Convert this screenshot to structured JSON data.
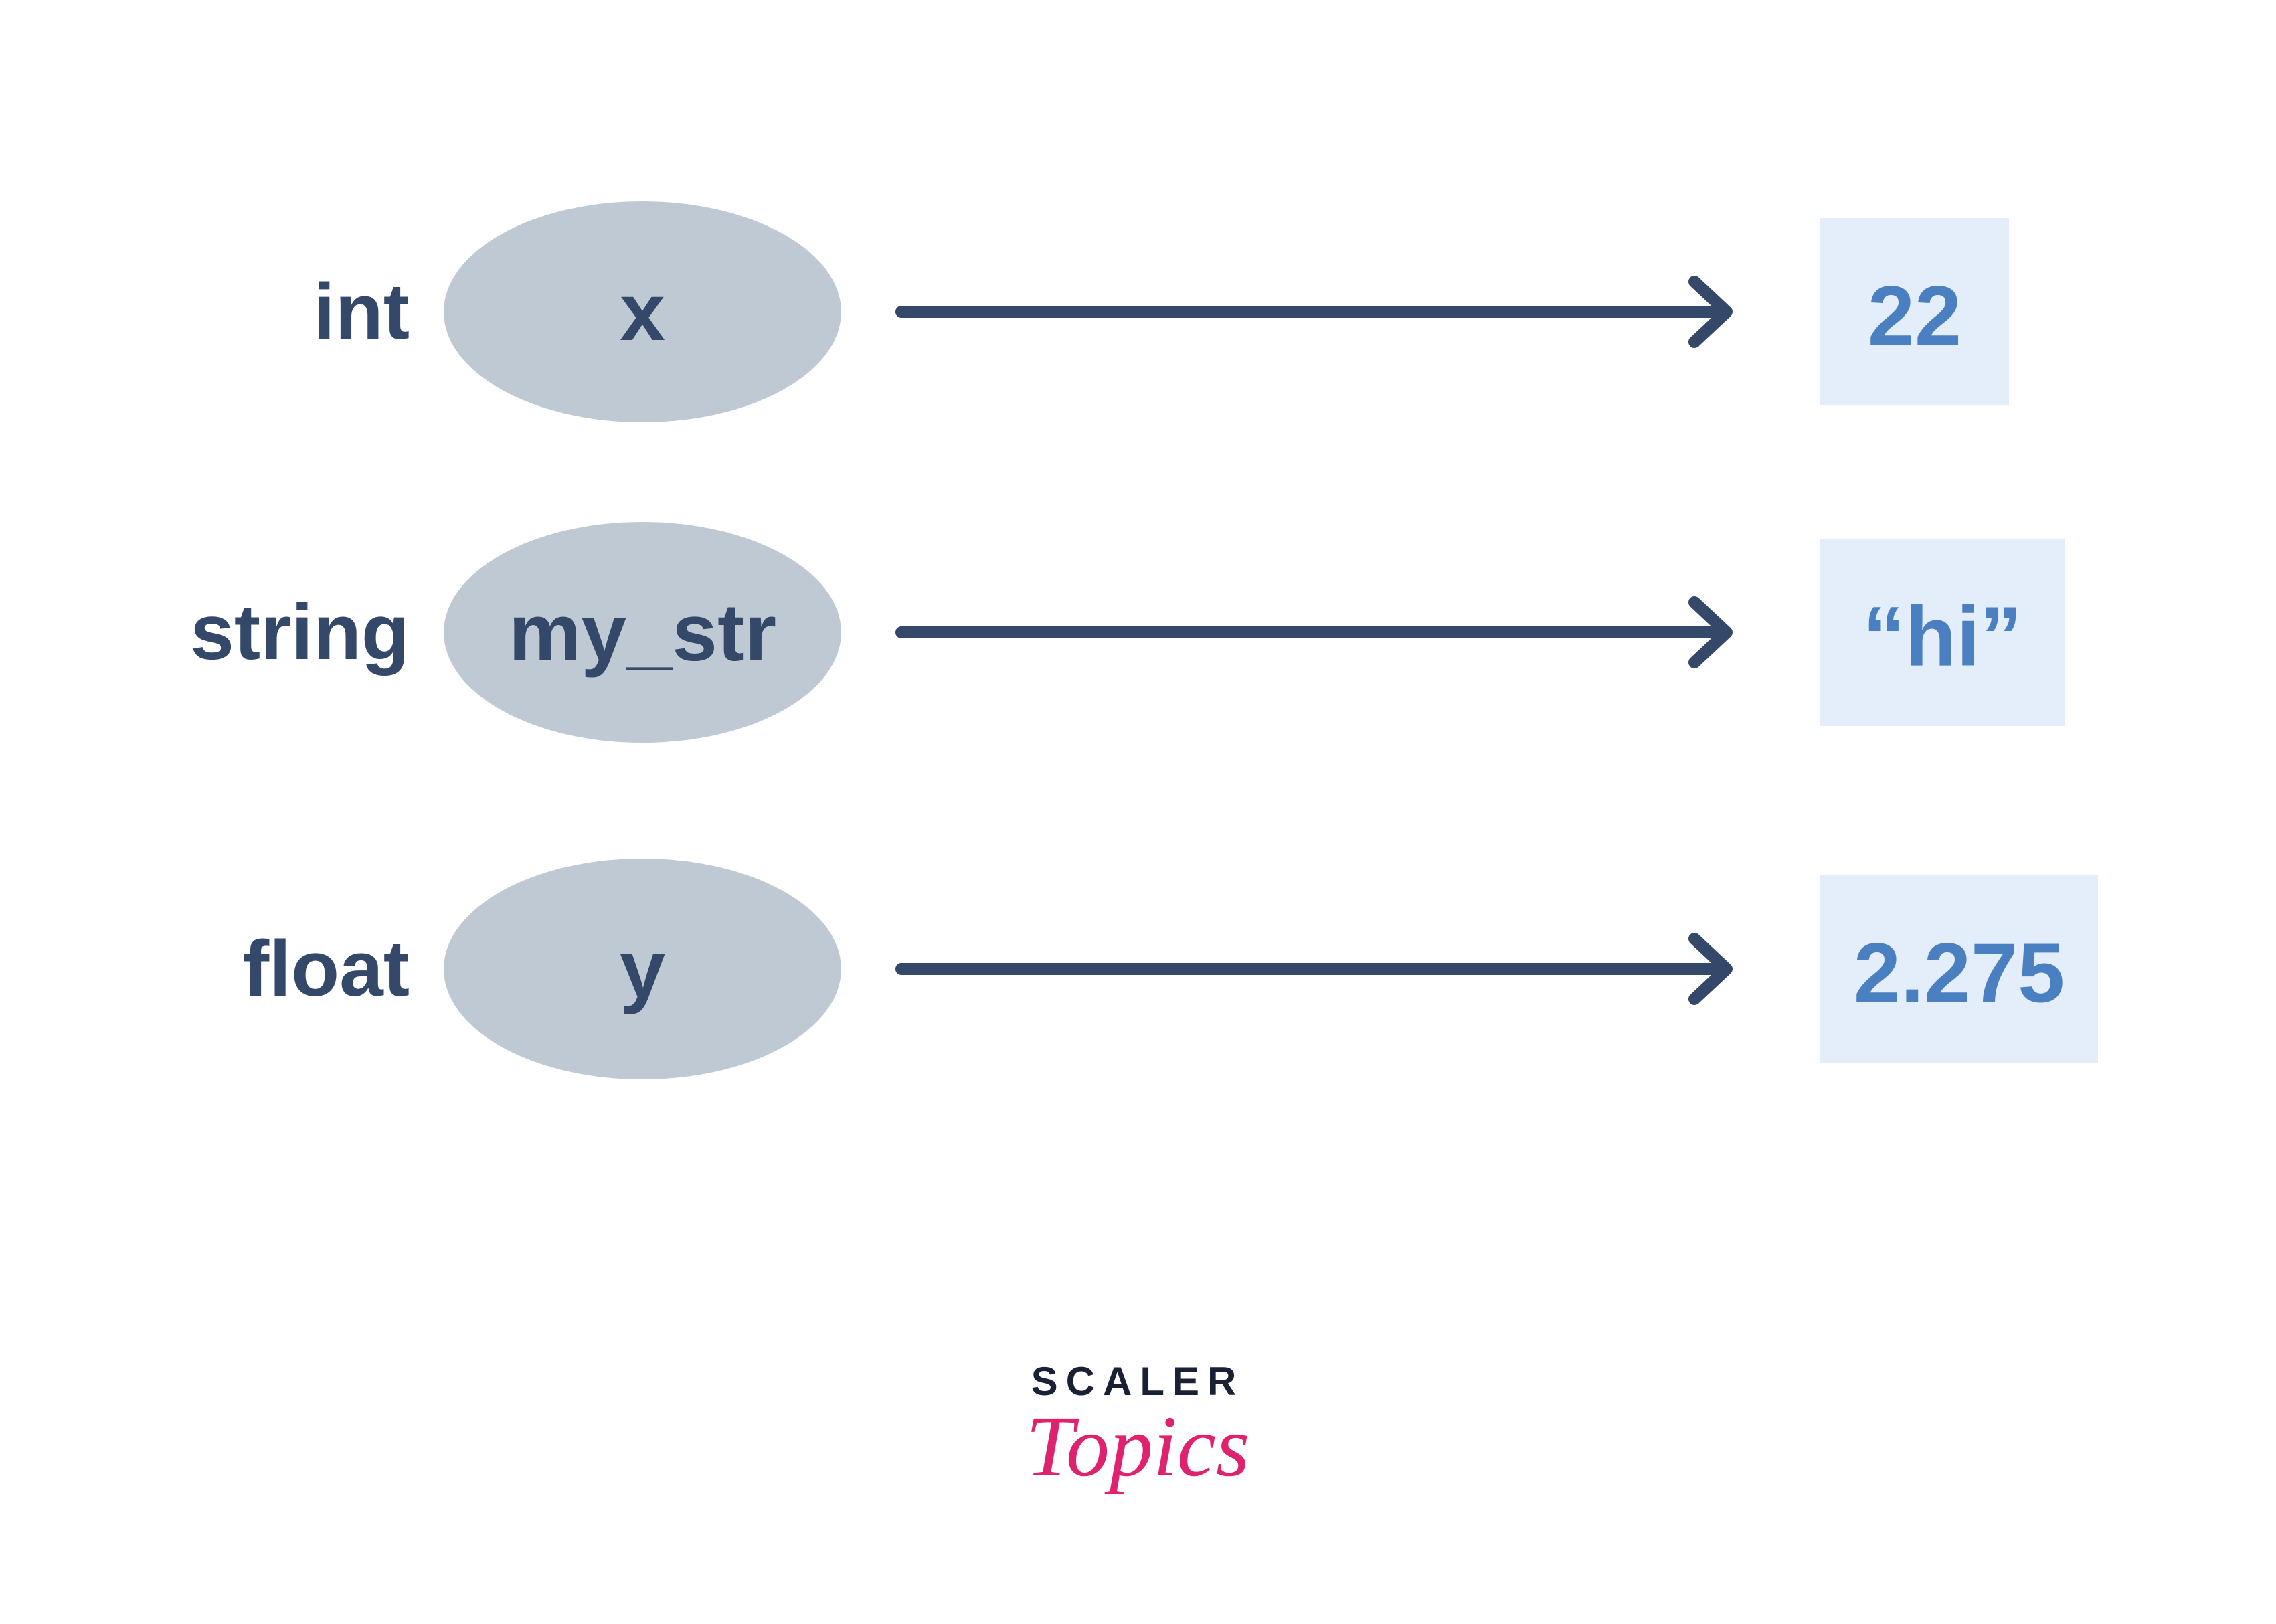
{
  "colors": {
    "dark": "#34496a",
    "ellipse_fill": "#bfc9d3",
    "value_box_fill": "#e4eefa",
    "value_text": "#4a80c1",
    "logo_dark": "#1b2135",
    "logo_pink": "#e0226e"
  },
  "rows": [
    {
      "type": "int",
      "name": "x",
      "value": "22"
    },
    {
      "type": "string",
      "name": "my_str",
      "value": "“hi”"
    },
    {
      "type": "float",
      "name": "y",
      "value": "2.275"
    }
  ],
  "logo": {
    "top": "SCALER",
    "bottom": "Topics"
  }
}
